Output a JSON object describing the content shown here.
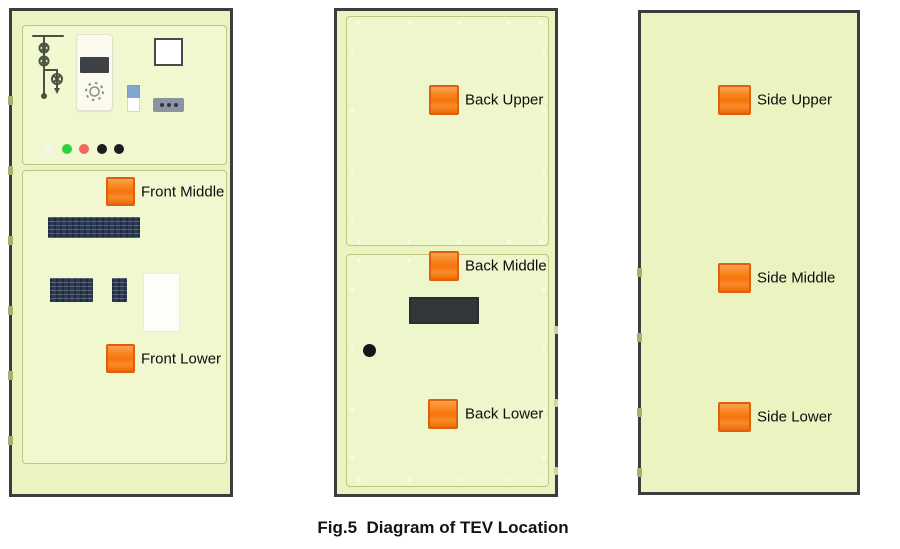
{
  "caption": "Fig.5  Diagram of TEV Location",
  "colors": {
    "cabinet_fill": "#ebf3c1",
    "door_fill": "#f1f7cf",
    "cabinet_border": "#3d3d3d",
    "sensor_fill": "#f5740e",
    "sensor_border": "#e05f0c",
    "vent_fill": "#2c3a55",
    "label_text": "#0d0d0d"
  },
  "cabinets": {
    "front": {
      "view": "front",
      "sensors": [
        {
          "id": "front-middle",
          "label": "Front Middle"
        },
        {
          "id": "front-lower",
          "label": "Front Lower"
        }
      ],
      "status_lamps": [
        "white",
        "green",
        "red",
        "black",
        "black"
      ]
    },
    "back": {
      "view": "back",
      "sensors": [
        {
          "id": "back-upper",
          "label": "Back Upper"
        },
        {
          "id": "back-middle",
          "label": "Back Middle"
        },
        {
          "id": "back-lower",
          "label": "Back Lower"
        }
      ]
    },
    "side": {
      "view": "side",
      "sensors": [
        {
          "id": "side-upper",
          "label": "Side Upper"
        },
        {
          "id": "side-middle",
          "label": "Side Middle"
        },
        {
          "id": "side-lower",
          "label": "Side Lower"
        }
      ]
    }
  }
}
